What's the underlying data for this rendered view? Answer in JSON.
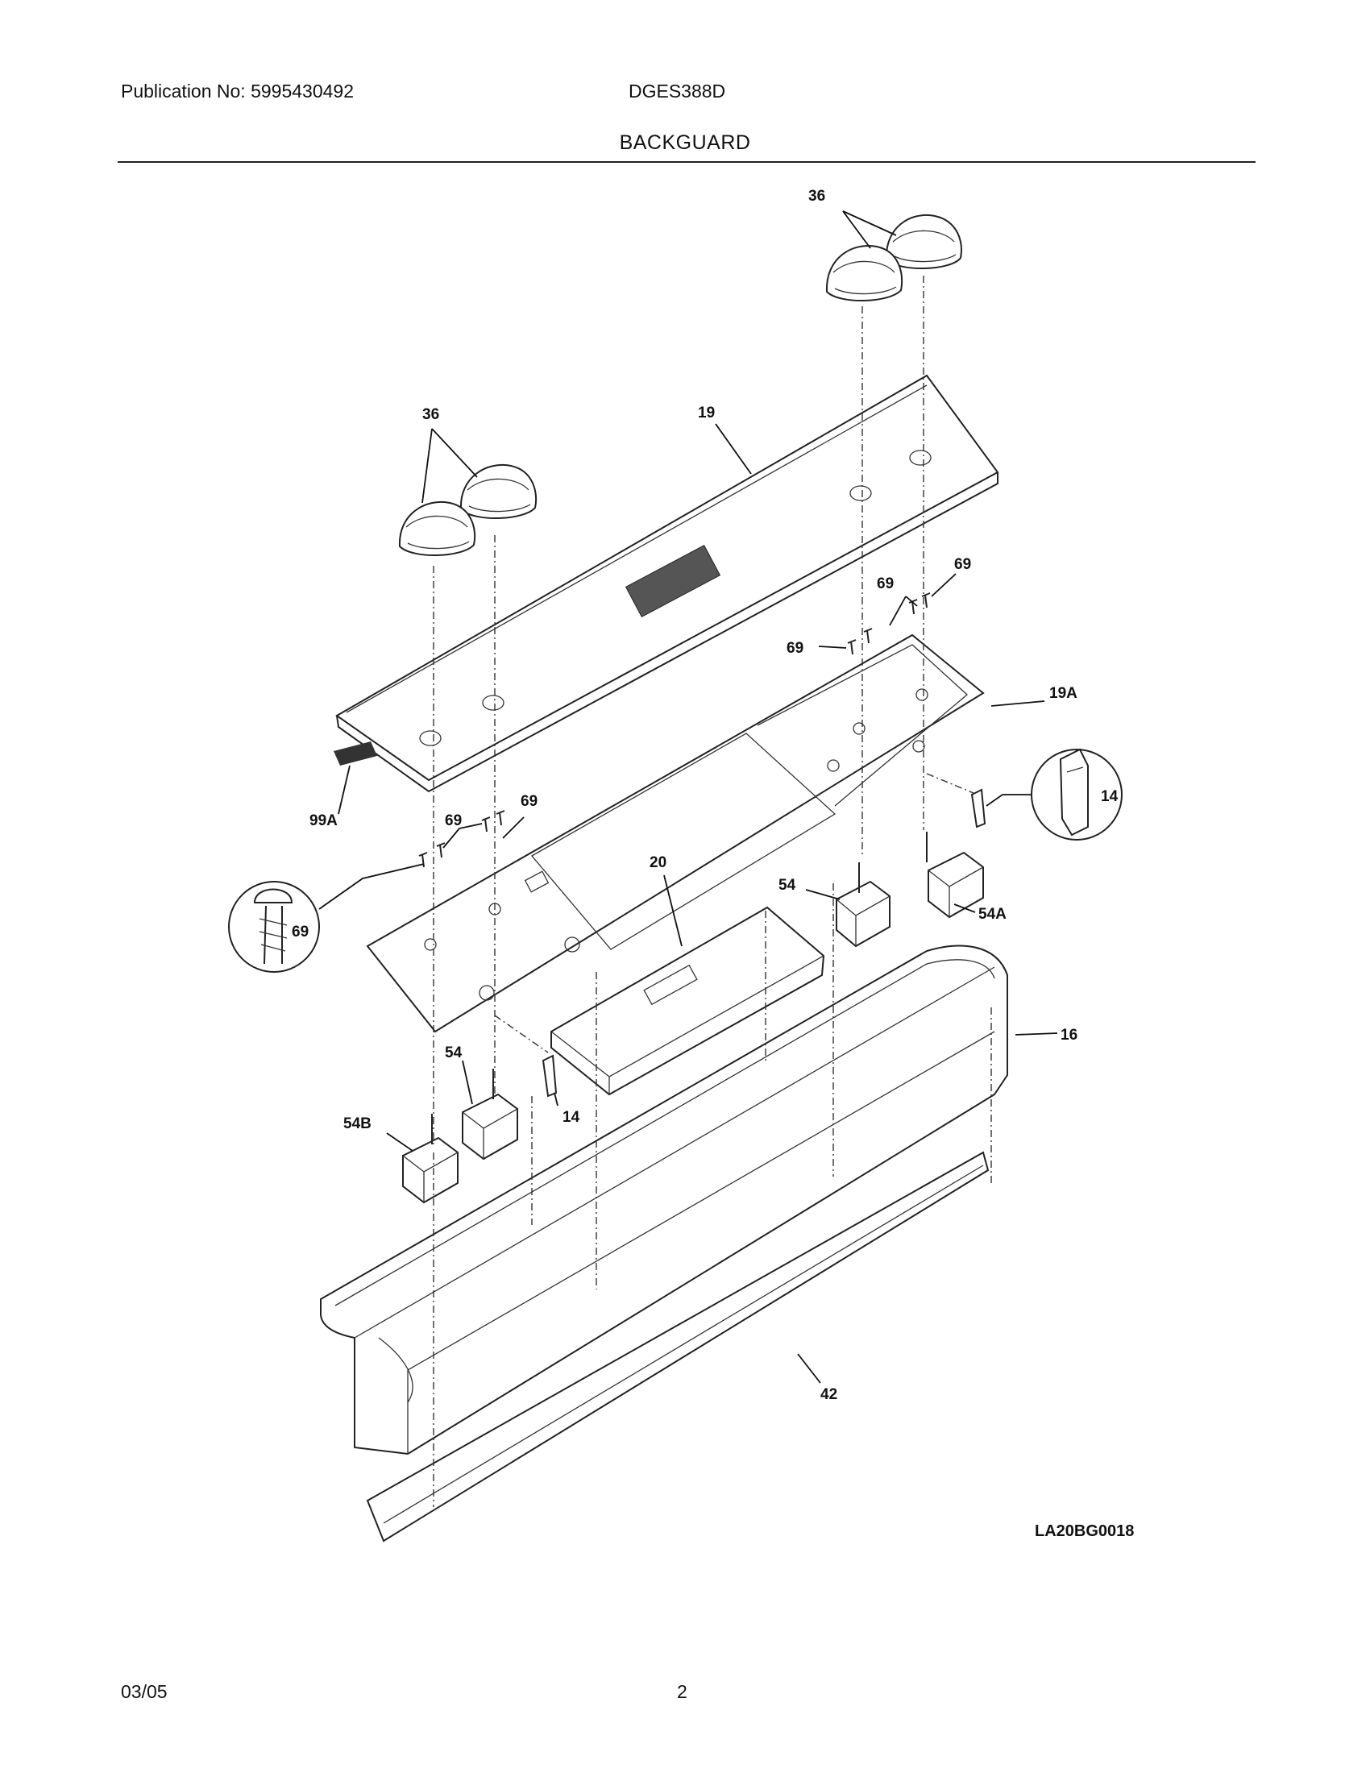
{
  "header": {
    "publication": "Publication No: 5995430492",
    "model": "DGES388D",
    "title": "BACKGUARD"
  },
  "diagram": {
    "callouts": {
      "c36_top": "36",
      "c36_left": "36",
      "c19": "19",
      "c19a": "19A",
      "c69_a": "69",
      "c69_b": "69",
      "c69_c": "69",
      "c69_d": "69",
      "c69_e": "69",
      "c69_detail": "69",
      "c99a": "99A",
      "c20": "20",
      "c54_right": "54",
      "c54a": "54A",
      "c14_detail": "14",
      "c14_lower": "14",
      "c16": "16",
      "c54_left": "54",
      "c54b": "54B",
      "c42": "42"
    },
    "code": "LA20BG0018"
  },
  "footer": {
    "date": "03/05",
    "page": "2"
  }
}
